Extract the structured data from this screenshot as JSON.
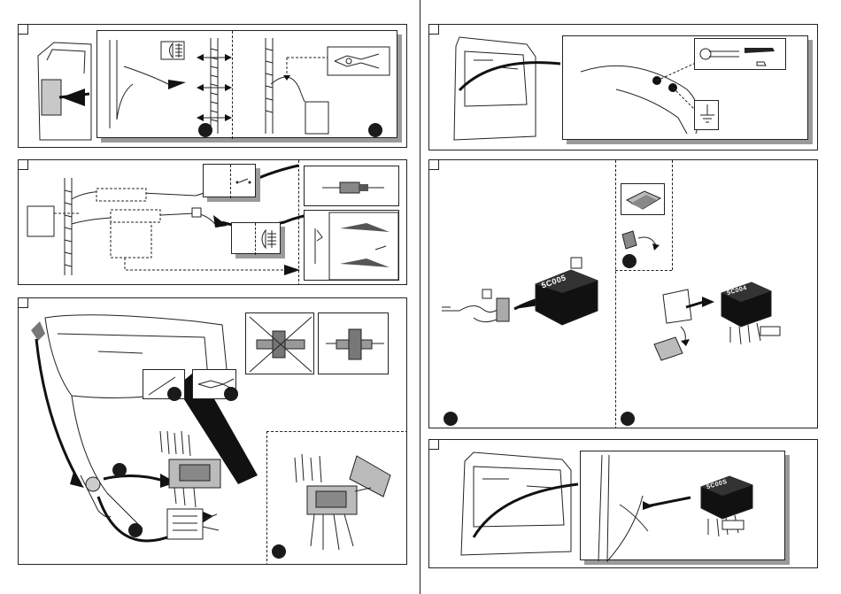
{
  "module": {
    "label": "5C005",
    "label_variant": "5C00S",
    "label_small": "5C004"
  },
  "icons": {
    "fog_lamp": "fog-lamp-icon",
    "ground": "ground-symbol-icon",
    "pliers": "pliers-icon",
    "wrench": "wrench-icon",
    "switch": "switch-symbol-icon"
  },
  "colors": {
    "line": "#222222",
    "badge": "#1a1a1a",
    "shadow": "#9a9a9a"
  }
}
